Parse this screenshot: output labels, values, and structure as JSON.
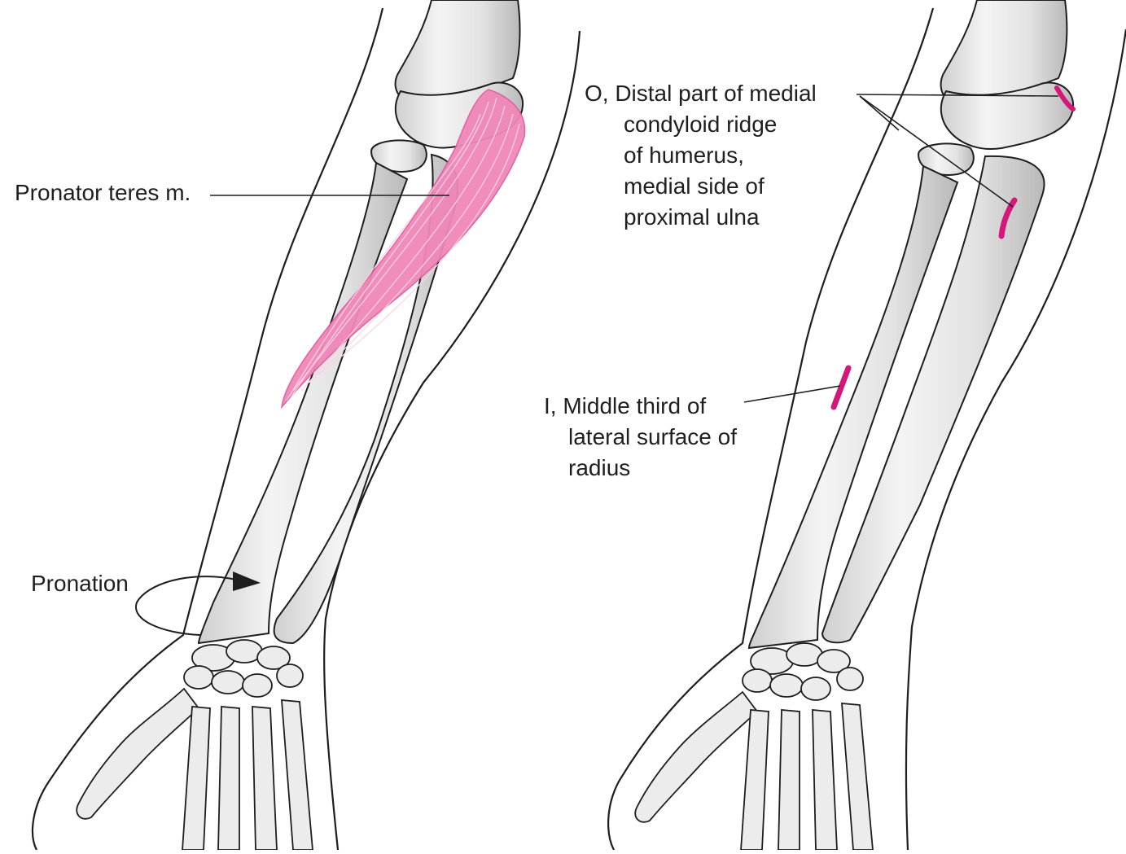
{
  "labels": {
    "pronator_teres": "Pronator teres m.",
    "pronation": "Pronation",
    "origin": [
      "O, Distal part of medial",
      "condyloid ridge",
      "of humerus,",
      "medial side of",
      "proximal ulna"
    ],
    "insertion": [
      "I, Middle third of",
      "lateral surface of",
      "radius"
    ]
  },
  "colors": {
    "muscle": "#f087b8",
    "muscle_fiber": "#fbd2e4",
    "attachment": "#d6177a",
    "bone_fill": "#ececec",
    "bone_shadow": "#bdbdbd",
    "outline": "#1e1e1e",
    "text": "#1f1f1f"
  }
}
